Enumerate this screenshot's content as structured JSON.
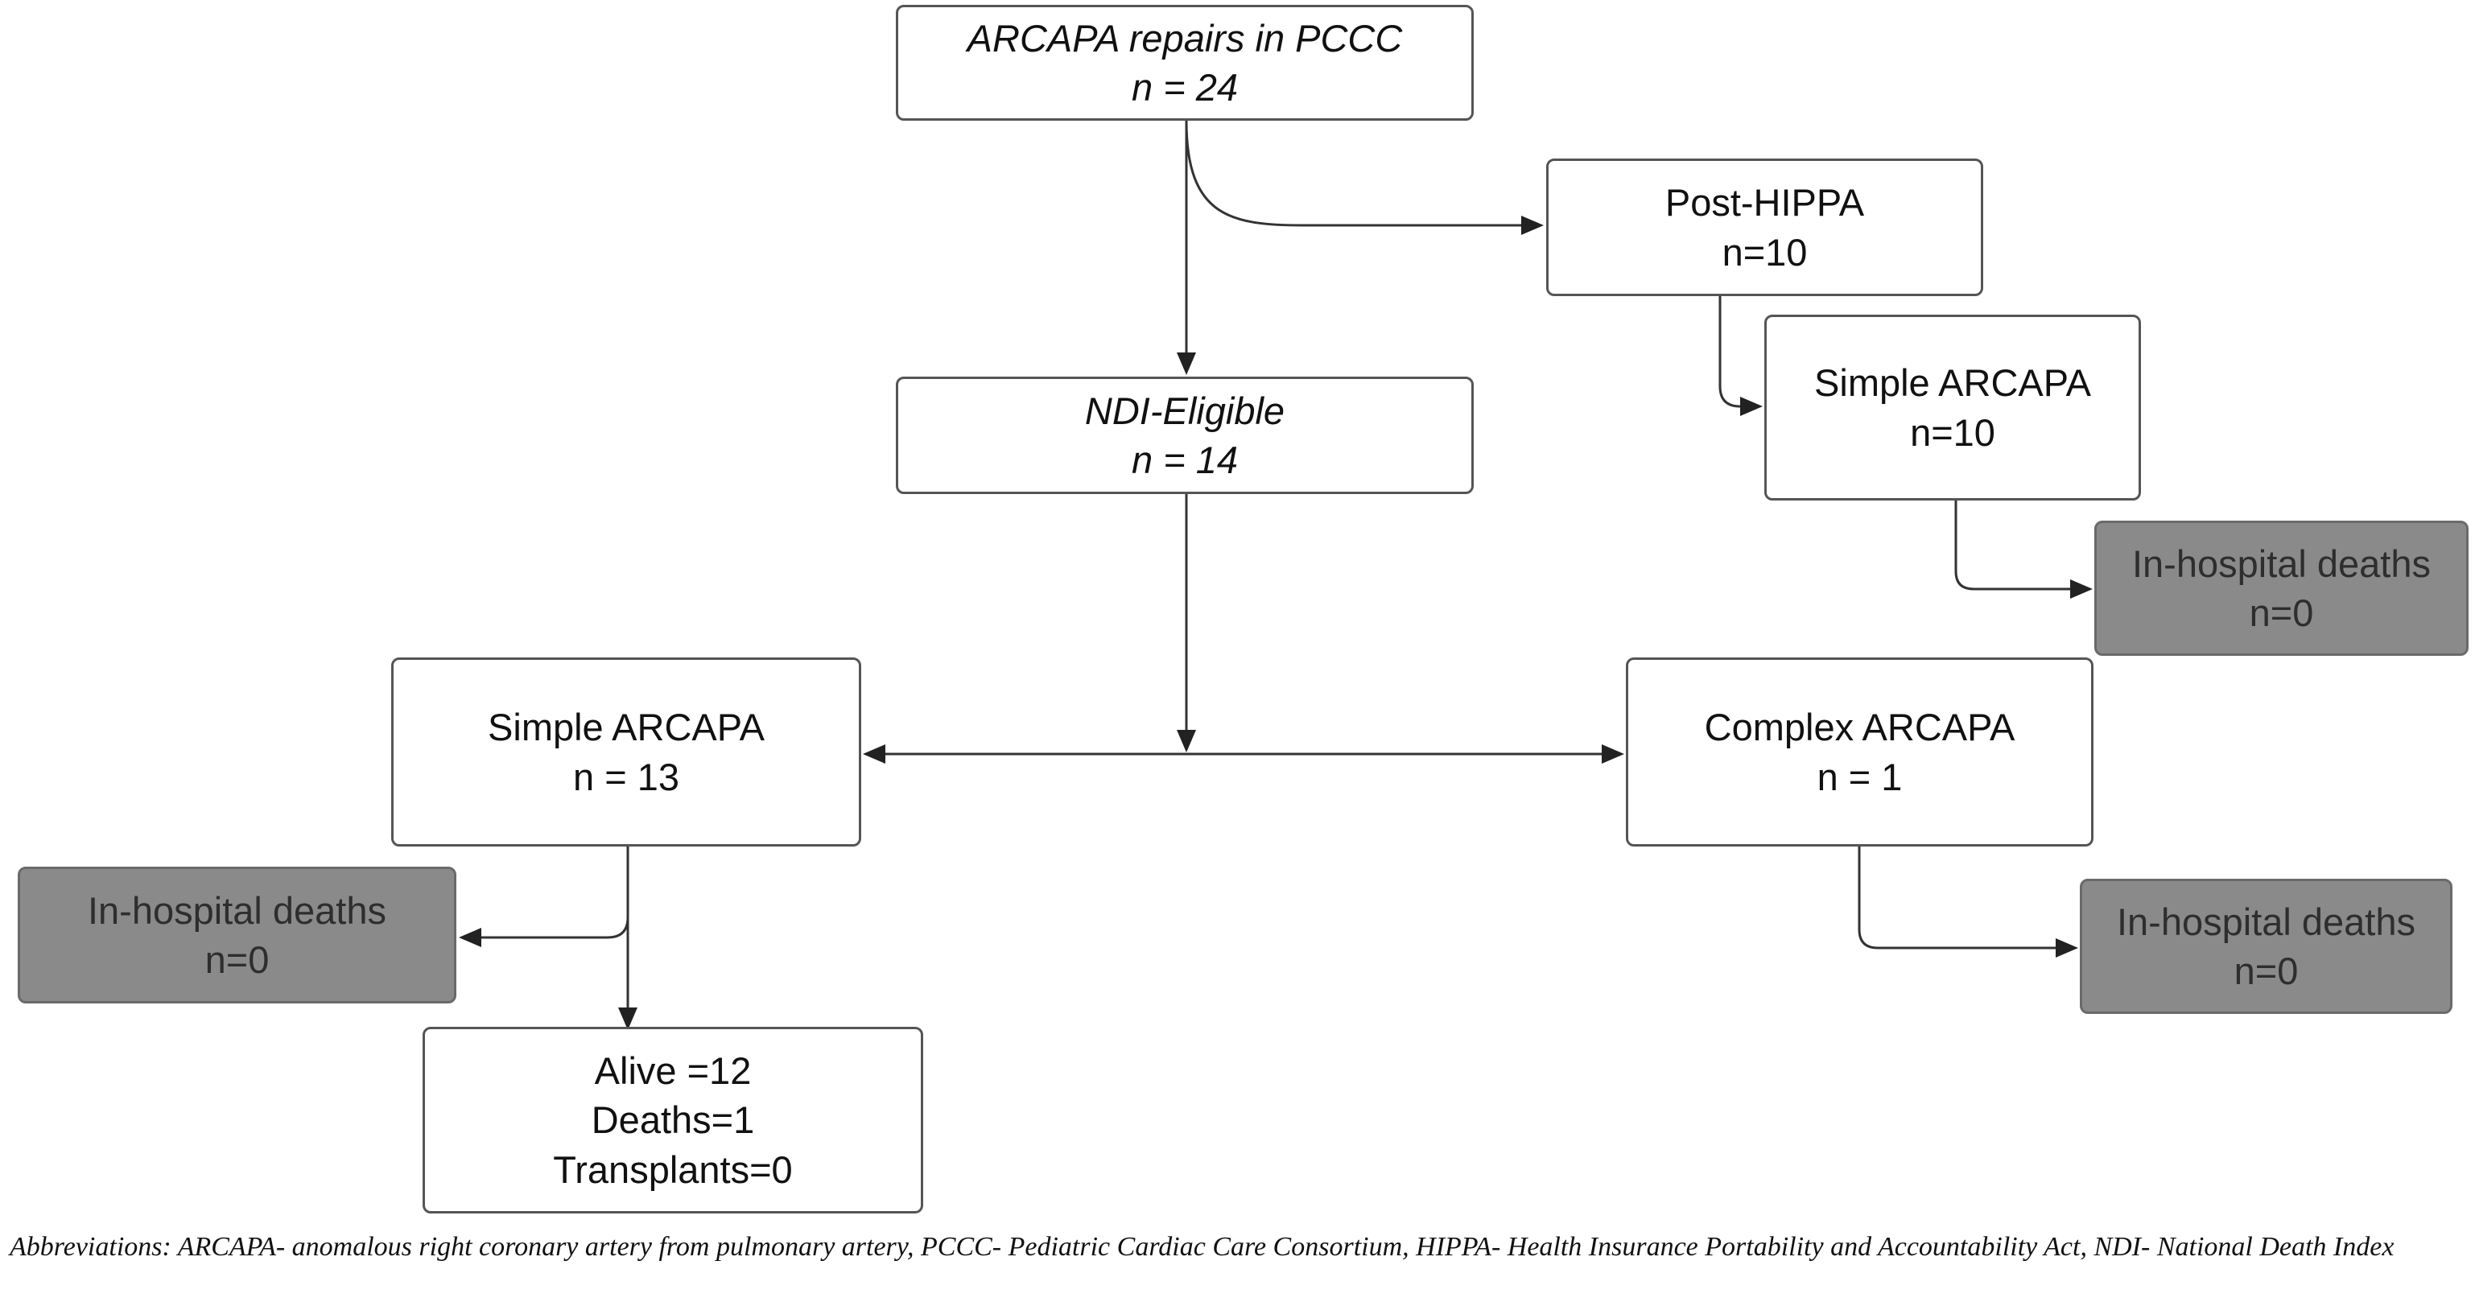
{
  "nodes": {
    "arcapa_repairs": {
      "line1": "ARCAPA repairs in PCCC",
      "line2": "n = 24"
    },
    "post_hippa": {
      "line1": "Post-HIPPA",
      "line2": "n=10"
    },
    "simple_arcapa_post_hippa": {
      "line1": "Simple ARCAPA",
      "line2": "n=10"
    },
    "in_hospital_deaths_post_hippa": {
      "line1": "In-hospital deaths",
      "line2": "n=0"
    },
    "ndi_eligible": {
      "line1": "NDI-Eligible",
      "line2": "n = 14"
    },
    "simple_arcapa_ndi": {
      "line1": "Simple ARCAPA",
      "line2": "n = 13"
    },
    "complex_arcapa": {
      "line1": "Complex ARCAPA",
      "line2": "n = 1"
    },
    "in_hospital_deaths_simple": {
      "line1": "In-hospital deaths",
      "line2": "n=0"
    },
    "in_hospital_deaths_complex": {
      "line1": "In-hospital deaths",
      "line2": "n=0"
    },
    "outcomes": {
      "line1": "Alive =12",
      "line2": "Deaths=1",
      "line3": "Transplants=0"
    }
  },
  "caption": "Abbreviations: ARCAPA- anomalous right coronary artery from pulmonary artery, PCCC- Pediatric Cardiac Care Consortium, HIPPA- Health Insurance Portability and Accountability Act, NDI- National Death Index",
  "colors": {
    "box_fill": "#ffffff",
    "gray_box_fill": "#8a8a8a",
    "line": "#333333"
  }
}
